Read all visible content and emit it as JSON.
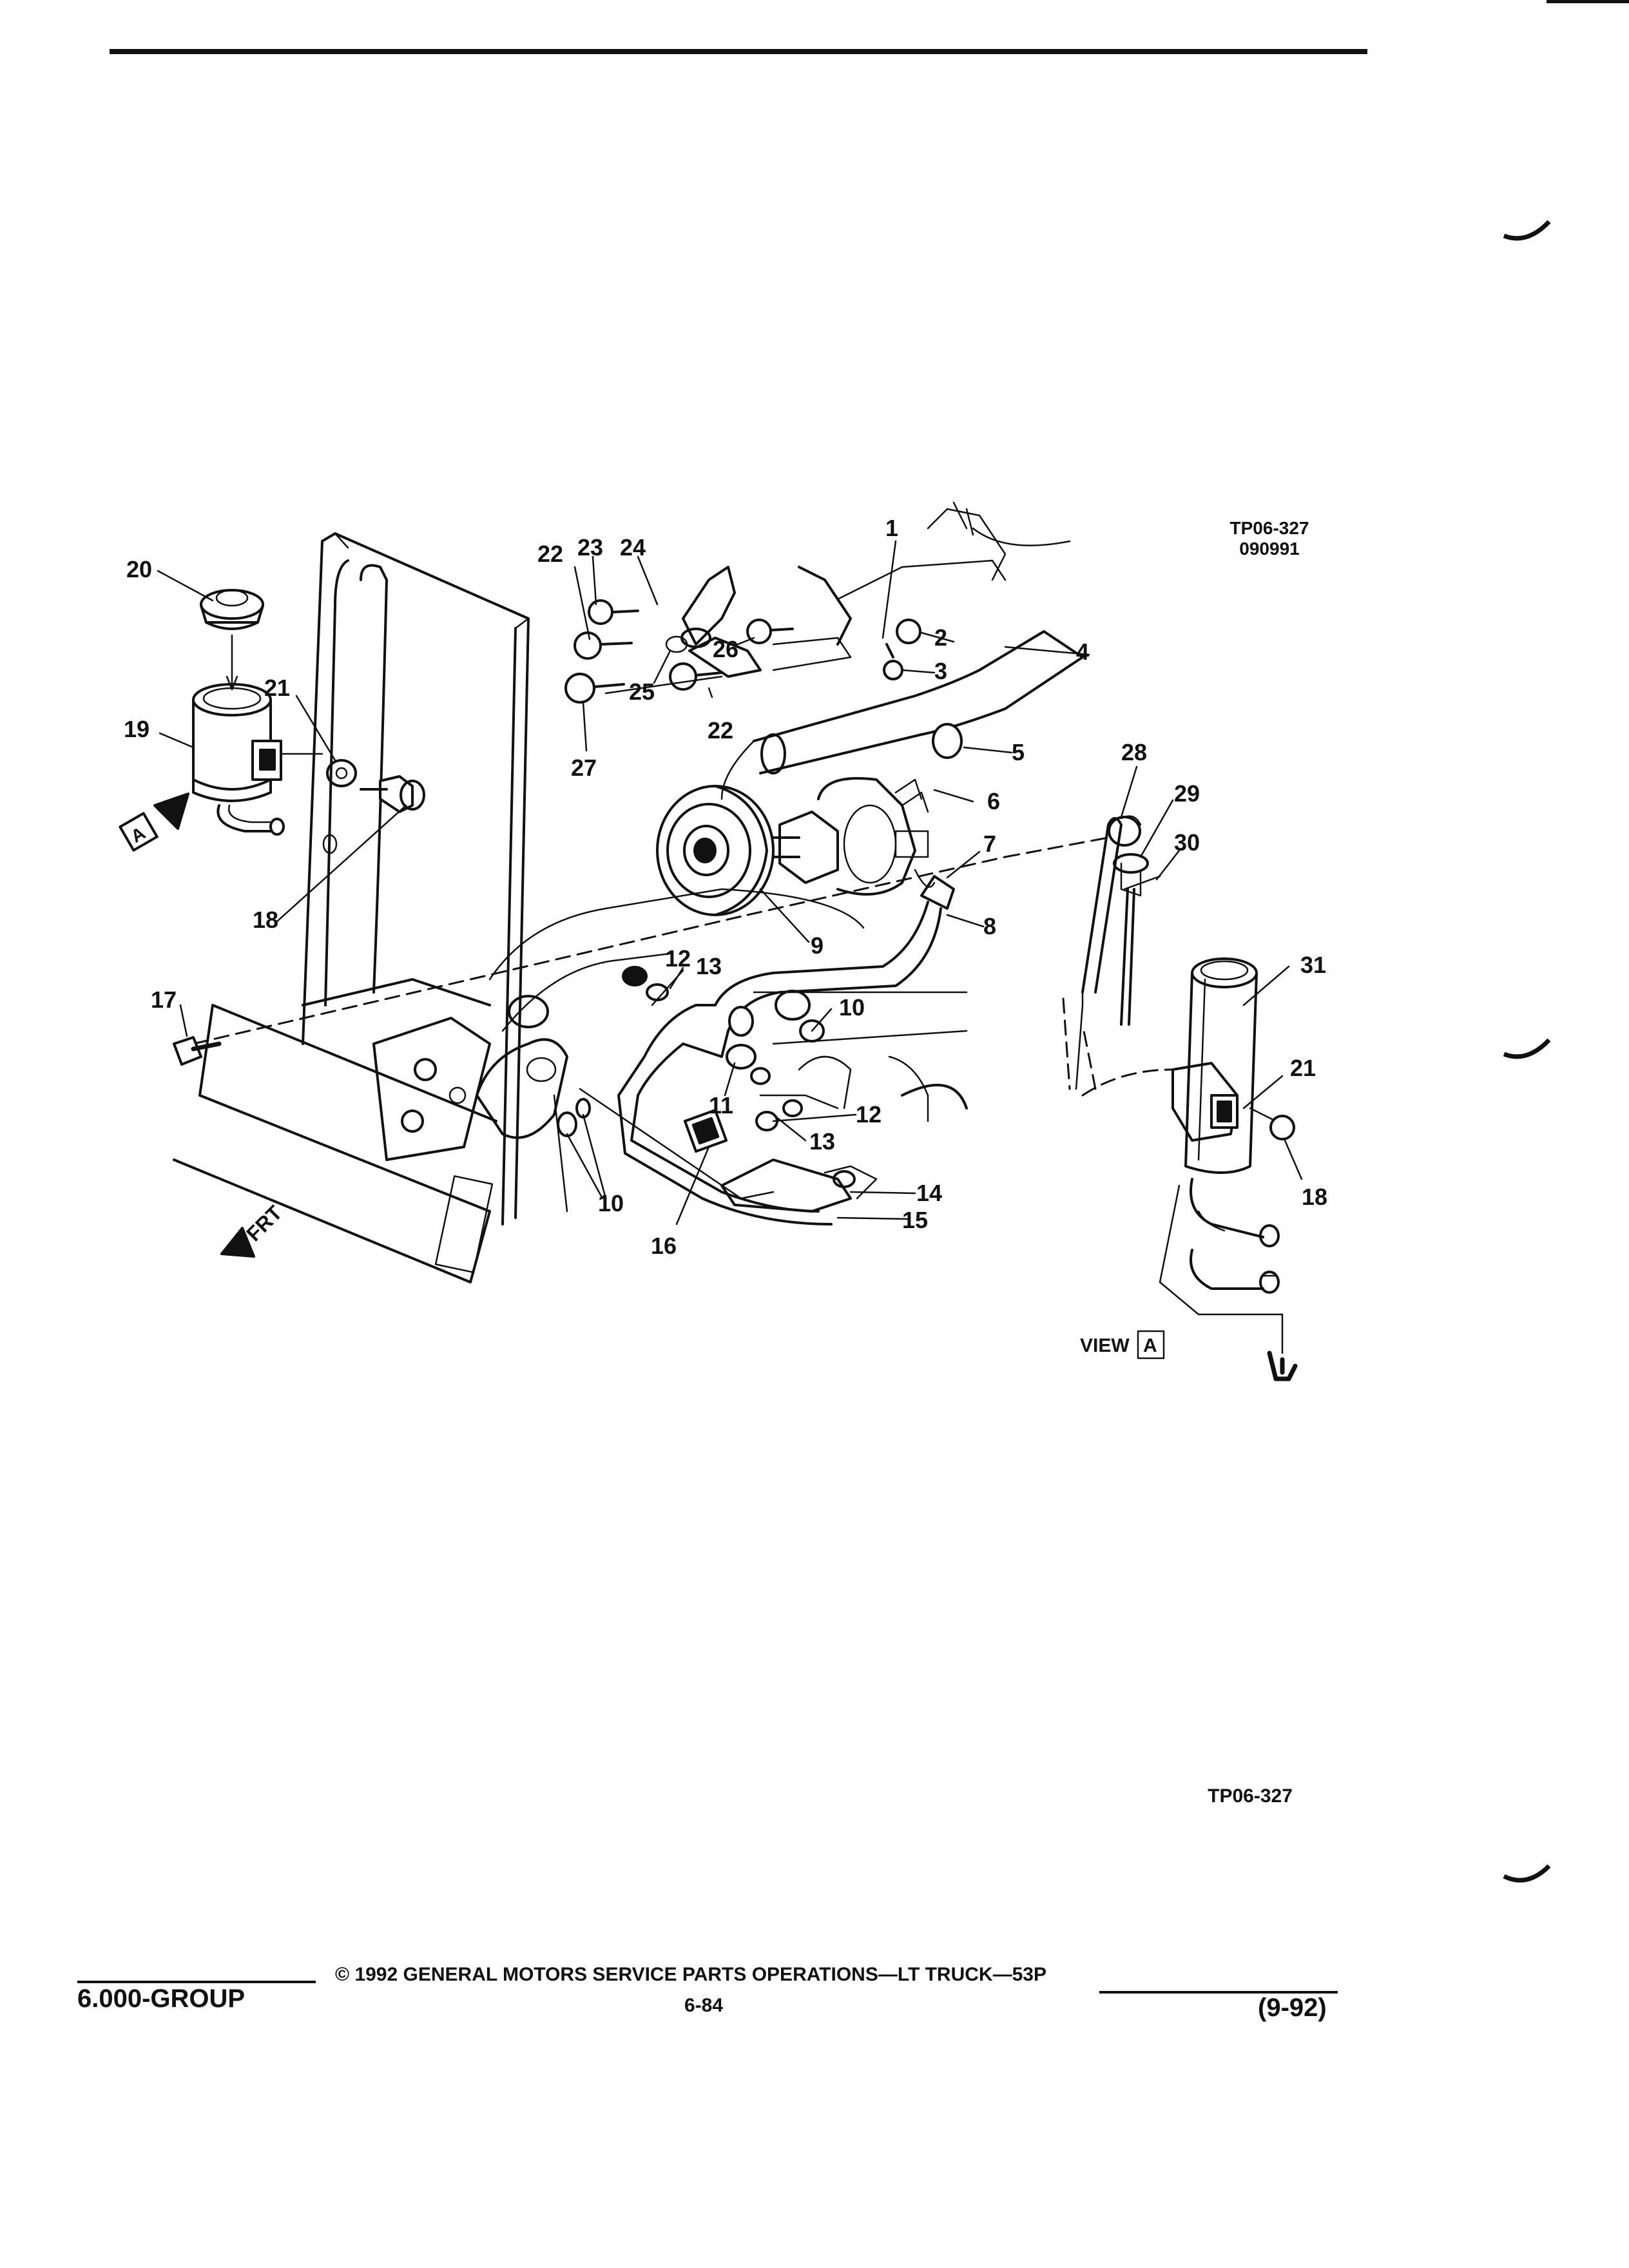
{
  "header": {
    "rule": "horizontal-rule"
  },
  "diagram": {
    "figure_code": "TP06-327",
    "figure_date": "090991",
    "view_label": "VIEW",
    "view_letter": "A",
    "arrow_label_a": "A",
    "front_label": "FRT",
    "callouts": {
      "c1": "1",
      "c2": "2",
      "c3": "3",
      "c4": "4",
      "c5": "5",
      "c6": "6",
      "c7": "7",
      "c8": "8",
      "c9": "9",
      "c10a": "10",
      "c10b": "10",
      "c11": "11",
      "c12a": "12",
      "c12b": "12",
      "c13a": "13",
      "c13b": "13",
      "c14": "14",
      "c15": "15",
      "c16": "16",
      "c17": "17",
      "c18a": "18",
      "c18b": "18",
      "c19": "19",
      "c20": "20",
      "c21a": "21",
      "c21b": "21",
      "c22a": "22",
      "c22b": "22",
      "c23": "23",
      "c24": "24",
      "c25": "25",
      "c26": "26",
      "c27": "27",
      "c28": "28",
      "c29": "29",
      "c30": "30",
      "c31": "31"
    },
    "bottom_code": "TP06-327"
  },
  "footer": {
    "group": "6.000-GROUP",
    "copyright": "© 1992 GENERAL MOTORS SERVICE PARTS OPERATIONS—LT TRUCK—53P",
    "page": "6-84",
    "date": "(9-92)"
  }
}
